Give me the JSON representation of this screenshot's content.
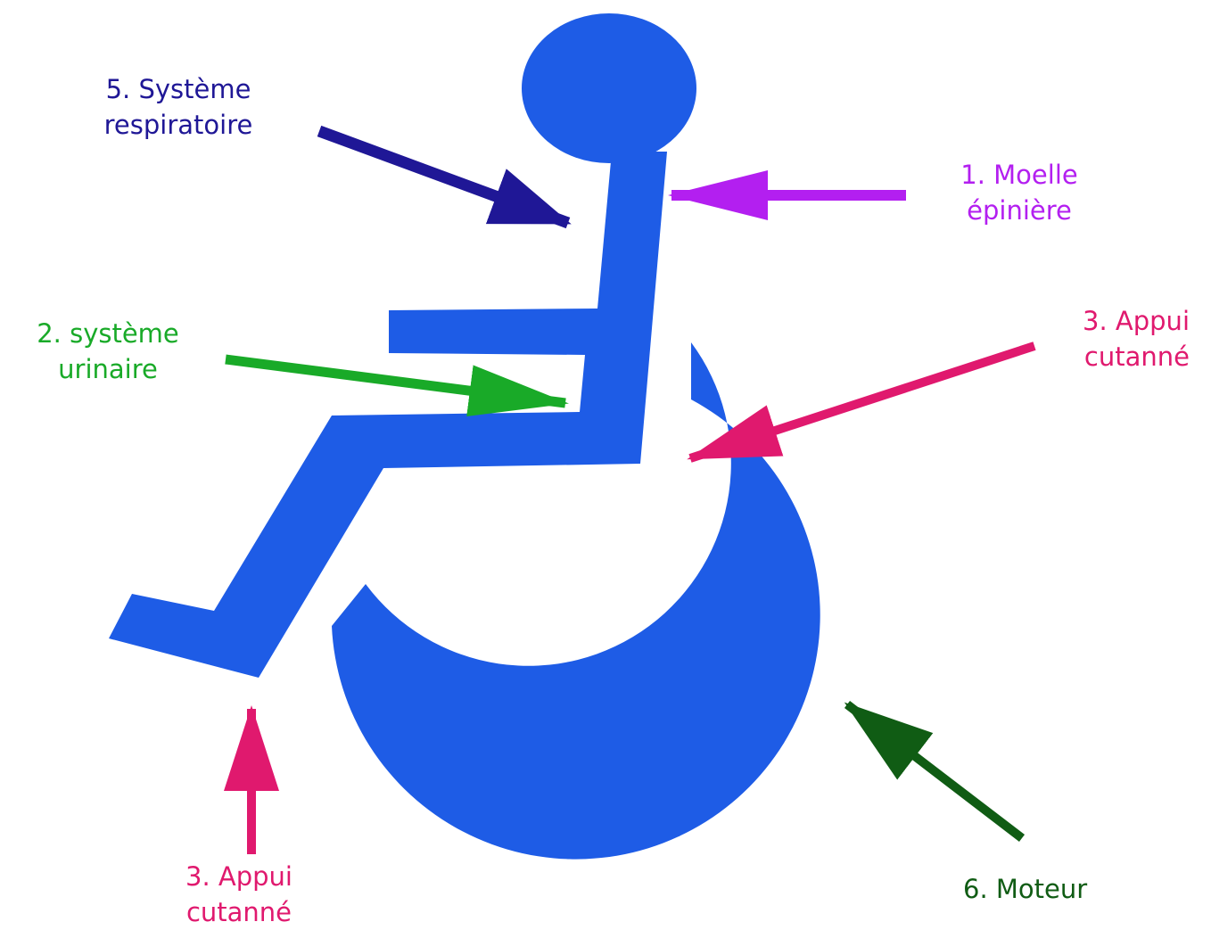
{
  "diagram": {
    "colors": {
      "symbol": "#1e5ce6",
      "respiratory": "#1f1796",
      "spinal": "#b31ff0",
      "urinary": "#19aa28",
      "skin": "#e0196e",
      "motor": "#105c14",
      "background": "#ffffff"
    },
    "icon": "wheelchair-accessibility-symbol",
    "labels": {
      "respiratory": {
        "line1": "5. Système",
        "line2": "respiratoire"
      },
      "spinal": {
        "line1": "1. Moelle",
        "line2": "épinière"
      },
      "urinary": {
        "line1": "2. système",
        "line2": "urinaire"
      },
      "skin_right": {
        "line1": "3. Appui",
        "line2": "cutanné"
      },
      "skin_bottom": {
        "line1": "3. Appui",
        "line2": "cutanné"
      },
      "motor": {
        "line1": "6. Moteur"
      }
    }
  }
}
